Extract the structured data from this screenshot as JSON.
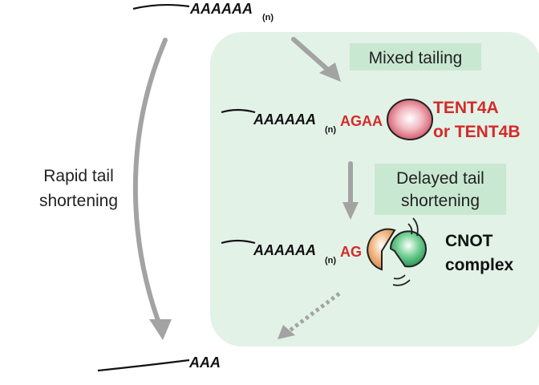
{
  "figure": {
    "top_strand": {
      "tail": "AAAAAA",
      "subscript": "(n)"
    },
    "left_path_label": {
      "line1": "Rapid tail",
      "line2": "shortening"
    },
    "bottom_strand": {
      "tail": "AAA"
    },
    "panel": {
      "step1": {
        "label": "Mixed tailing",
        "strand_tail": "AAAAAA",
        "subscript": "(n)",
        "added": "AGAA",
        "enzyme": {
          "line1": "TENT4A",
          "line2": "or TENT4B"
        }
      },
      "step2": {
        "label_line1": "Delayed tail",
        "label_line2": "shortening",
        "strand_tail": "AAAAAA",
        "subscript": "(n)",
        "added": "AG",
        "complex": {
          "line1": "CNOT",
          "line2": "complex"
        }
      }
    },
    "colors": {
      "panel_bg": "#e2f2e7",
      "tag_bg": "#c9e8d2",
      "red": "#d42a2a",
      "arrow": "#a3a3a3",
      "green_subunit": "#2b9a57",
      "orange_subunit": "#e39a57"
    }
  }
}
